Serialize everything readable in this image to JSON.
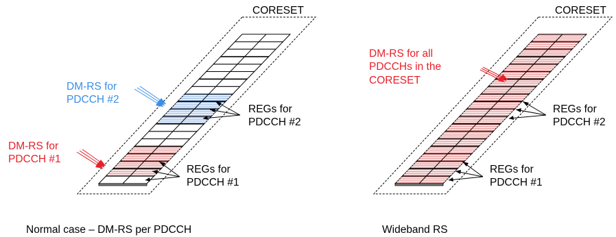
{
  "colors": {
    "blue": "#3b8ee8",
    "red": "#e8202a",
    "blue_fill": "#9fbfe8",
    "red_fill": "#e79a9a",
    "grey": "#808080",
    "text": "#000000"
  },
  "left": {
    "coreset_label": "CORESET",
    "dmrs2_line1": "DM-RS for",
    "dmrs2_line2": "PDCCH #2",
    "dmrs1_line1": "DM-RS for",
    "dmrs1_line2": "PDCCH #1",
    "regs2_line1": "REGs for",
    "regs2_line2": "PDCCH #2",
    "regs1_line1": "REGs for",
    "regs1_line2": "PDCCH #1",
    "caption": "Normal case – DM-RS per PDCCH"
  },
  "right": {
    "coreset_label": "CORESET",
    "dmrs_line1": "DM-RS for all",
    "dmrs_line2": "PDCCHs in the",
    "dmrs_line3": "CORESET",
    "regs2_line1": "REGs for",
    "regs2_line2": "PDCCH #2",
    "regs1_line1": "REGs for",
    "regs1_line2": "PDCCH #1",
    "caption": "Wideband RS"
  }
}
